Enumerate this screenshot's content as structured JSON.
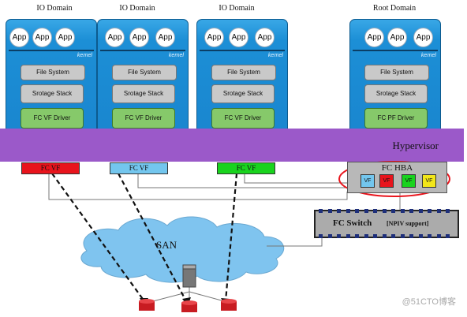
{
  "domains": [
    {
      "title": "IO Domain",
      "apps": [
        "App",
        "App",
        "App"
      ],
      "kernel": "kernel",
      "fs": "File System",
      "stack": "Srotage Stack",
      "driver": "FC VF Driver"
    },
    {
      "title": "IO Domain",
      "apps": [
        "App",
        "App",
        "App"
      ],
      "kernel": "kernel",
      "fs": "File System",
      "stack": "Srotage Stack",
      "driver": "FC VF Driver"
    },
    {
      "title": "IO Domain",
      "apps": [
        "App",
        "App",
        "App"
      ],
      "kernel": "kernel",
      "fs": "File System",
      "stack": "Srotage Stack",
      "driver": "FC VF Driver"
    },
    {
      "title": "Root Domain",
      "apps": [
        "App",
        "App",
        "App"
      ],
      "kernel": "kernel",
      "fs": "File System",
      "stack": "Srotage Stack",
      "driver": "FC PF Driver"
    }
  ],
  "hypervisor": {
    "label": "Hypervisor"
  },
  "vf_boxes": [
    {
      "label": "FC VF",
      "color": "#e8141c"
    },
    {
      "label": "FC VF",
      "color": "#73c6ee"
    },
    {
      "label": "FC VF",
      "color": "#19d31e"
    }
  ],
  "hba": {
    "title": "FC HBA",
    "functions": [
      {
        "label": "VF",
        "color": "#73c6ee"
      },
      {
        "label": "VF",
        "color": "#e8141c"
      },
      {
        "label": "VF",
        "color": "#19d31e"
      },
      {
        "label": "VF",
        "color": "#f2e619"
      }
    ]
  },
  "switch": {
    "label": "FC Switch",
    "sub": "[NPIV support]"
  },
  "san": {
    "label": "SAN"
  },
  "watermark": "@51CTO博客",
  "colors": {
    "hypervisor": "#9b59c9",
    "domain_blue": "#1a86cf",
    "highlight_circle": "#e8141c",
    "cloud": "#7fc4ef"
  }
}
